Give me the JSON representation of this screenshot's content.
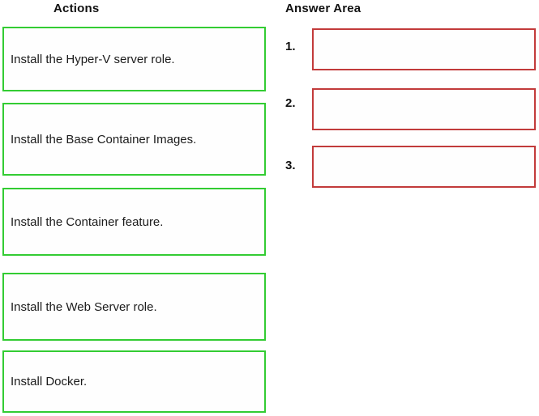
{
  "headers": {
    "actions": "Actions",
    "answer_area": "Answer Area"
  },
  "actions": [
    {
      "label": "Install the Hyper-V server role."
    },
    {
      "label": "Install the Base Container Images."
    },
    {
      "label": "Install the Container feature."
    },
    {
      "label": "Install the Web Server role."
    },
    {
      "label": "Install Docker."
    }
  ],
  "answer_slots": [
    {
      "number": "1.",
      "value": ""
    },
    {
      "number": "2.",
      "value": ""
    },
    {
      "number": "3.",
      "value": ""
    }
  ],
  "colors": {
    "action_border": "#33cc33",
    "slot_border": "#c23b3b"
  }
}
